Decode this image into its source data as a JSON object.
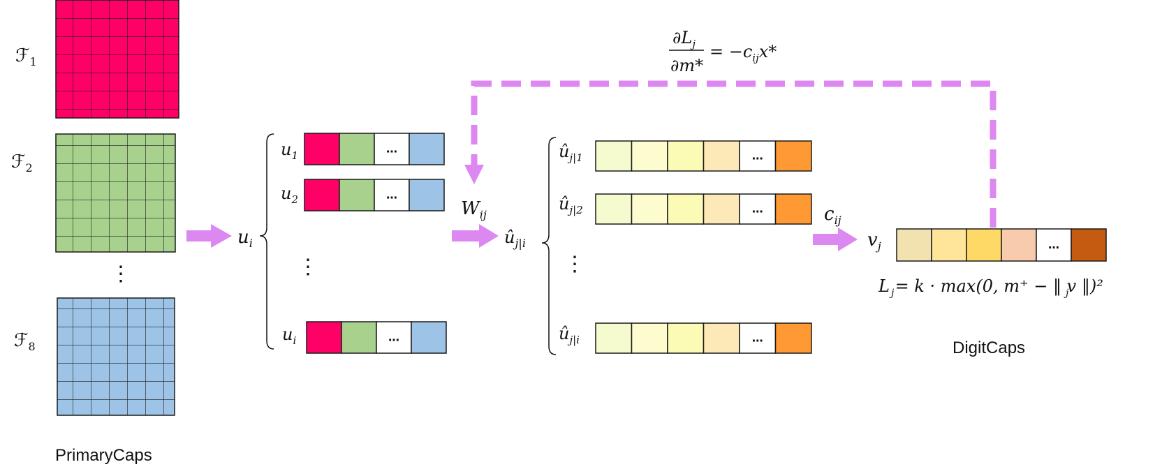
{
  "labels": {
    "primary_caps": "PrimaryCaps",
    "digit_caps": "DigitCaps"
  },
  "feature_maps": [
    {
      "label": "ℱ",
      "sub": "1",
      "color": "#ff0066"
    },
    {
      "label": "ℱ",
      "sub": "2",
      "color": "#a9d18e"
    },
    {
      "label": "ℱ",
      "sub": "8",
      "color": "#9dc3e6"
    }
  ],
  "feature_maps_vdots": "⋮",
  "u_arrow_label": {
    "main": "u",
    "sub": "i"
  },
  "u_vectors": {
    "rows": [
      {
        "main": "u",
        "sub": "1"
      },
      {
        "main": "u",
        "sub": "2"
      },
      {
        "main": "u",
        "sub": "i"
      }
    ],
    "cells": [
      "",
      "",
      "…",
      ""
    ],
    "colors": [
      "#ff0066",
      "#a9d18e",
      "#ffffff",
      "#9dc3e6"
    ],
    "vdots": "⋮"
  },
  "w_label": {
    "main": "W",
    "sub": "ij"
  },
  "uhat_arrow_label": {
    "main": "û",
    "sub": "j|i"
  },
  "uhat_vectors": {
    "rows": [
      {
        "main": "û",
        "sub": "j|1"
      },
      {
        "main": "û",
        "sub": "j|2"
      },
      {
        "main": "û",
        "sub": "j|i"
      }
    ],
    "cells": [
      "",
      "",
      "",
      "",
      "…",
      ""
    ],
    "colors": [
      "#f5fbcf",
      "#fdfccf",
      "#fcfbb5",
      "#fde8b8",
      "#ffffff",
      "#ff9933"
    ],
    "vdots": "⋮"
  },
  "c_label": {
    "main": "c",
    "sub": "ij"
  },
  "v_label": {
    "main": "v",
    "sub": "j"
  },
  "v_vector": {
    "cells": [
      "",
      "",
      "",
      "",
      "…",
      ""
    ],
    "colors": [
      "#f2e2b0",
      "#fee599",
      "#ffd966",
      "#f8cbad",
      "#ffffff",
      "#c55a11"
    ]
  },
  "loss_formula": "L  = k · max(0, m⁺ − ‖ v  ‖)²",
  "gradient_formula": {
    "numerator": "∂L",
    "numerator_sub": "j",
    "denominator": "∂m*",
    "rhs": "= −c",
    "rhs_sub": "ij",
    "rhs_tail": "x*"
  },
  "colors": {
    "arrow": "#dc88f0",
    "grid_line": "#1a1a1a"
  }
}
